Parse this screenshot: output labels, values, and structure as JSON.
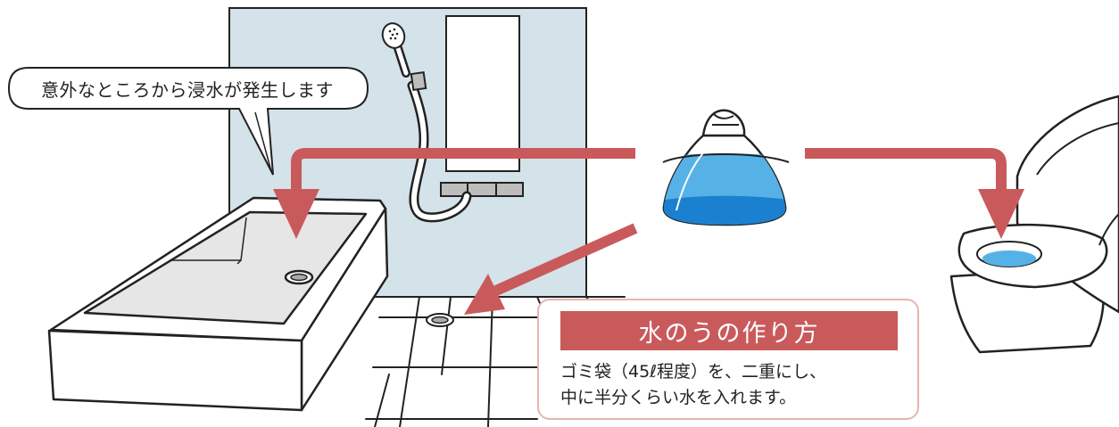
{
  "callout": {
    "text": "意外なところから浸水が発生します"
  },
  "info_box": {
    "title": "水のうの作り方",
    "body_line1": "ゴミ袋（45ℓ程度）を、二重にし、",
    "body_line2": "中に半分くらい水を入れます。"
  },
  "colors": {
    "arrow": "#c95a5c",
    "wall": "#d4e2e9",
    "water_light": "#56b2e6",
    "water_dark": "#1b80cf",
    "tub_inner": "#e6e6e6",
    "box_border": "#e8b4b0"
  },
  "icons": [
    "bathtub",
    "shower-head",
    "water-bag",
    "toilet",
    "floor-drain"
  ]
}
